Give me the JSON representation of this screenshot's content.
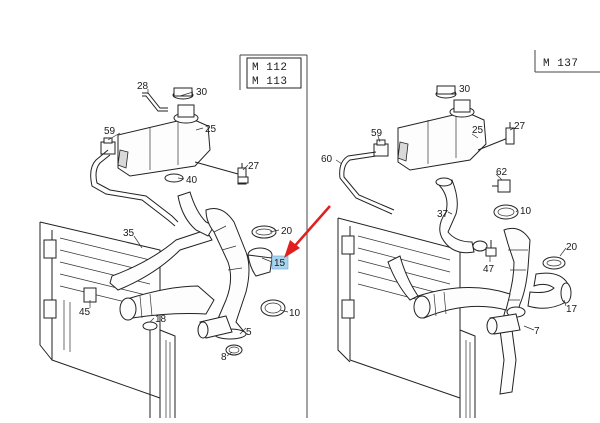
{
  "left_panel": {
    "engine_codes": [
      "M 112",
      "M 113"
    ],
    "callouts": {
      "p28": "28",
      "p30": "30",
      "p59": "59",
      "p25": "25",
      "p27": "27",
      "p40": "40",
      "p35": "35",
      "p20": "20",
      "p15": "15",
      "p45": "45",
      "p18": "18",
      "p10": "10",
      "p5": "5",
      "p8": "8"
    },
    "highlighted_callout": "15"
  },
  "right_panel": {
    "engine_codes": [
      "M 137"
    ],
    "callouts": {
      "p30": "30",
      "p59": "59",
      "p25": "25",
      "p27": "27",
      "p60": "60",
      "p62": "62",
      "p37": "37",
      "p10": "10",
      "p47": "47",
      "p20": "20",
      "p17": "17",
      "p7": "7"
    }
  },
  "colors": {
    "highlight_fill": "#a9d4ee",
    "arrow": "#e02020",
    "line": "#222222"
  }
}
